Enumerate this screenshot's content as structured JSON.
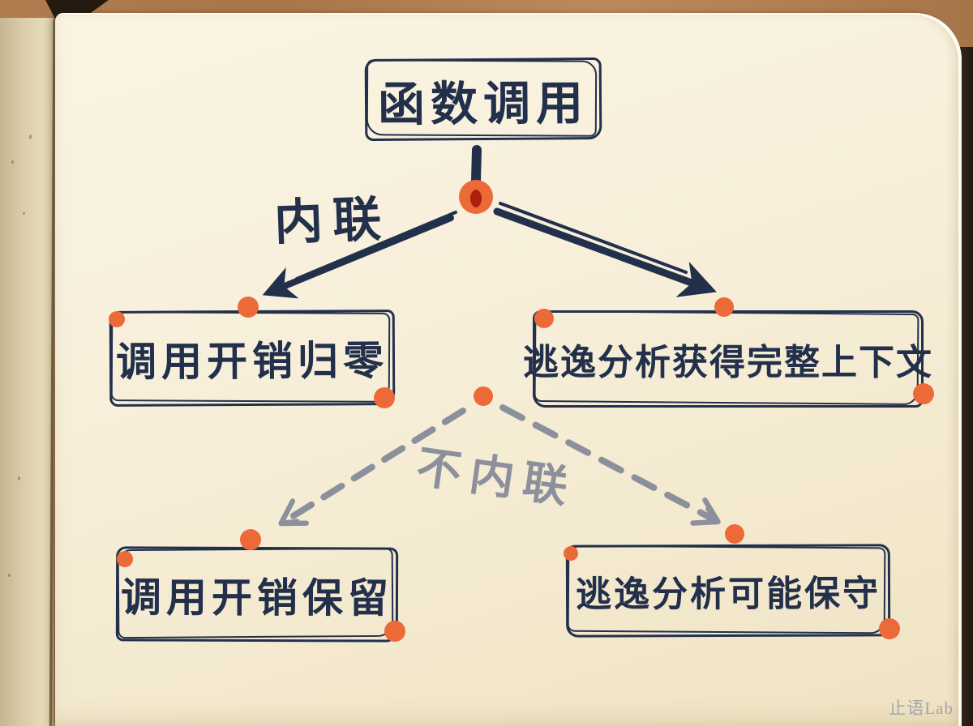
{
  "colors": {
    "ink": "#22304c",
    "dot-orange": "#ec6a38",
    "dot-core": "#ad1f0d",
    "dash-gray": "#8b909c",
    "watermark": "#99a0ad"
  },
  "diagram": {
    "root_label": "函数调用",
    "inline_branch_label": "内联",
    "noinline_branch_label": "不内联",
    "inline_left_label": "调用开销归零",
    "inline_right_label": "逃逸分析获得完整上下文",
    "noinline_left_label": "调用开销保留",
    "noinline_right_label": "逃逸分析可能保守"
  },
  "watermark": "止语Lab"
}
